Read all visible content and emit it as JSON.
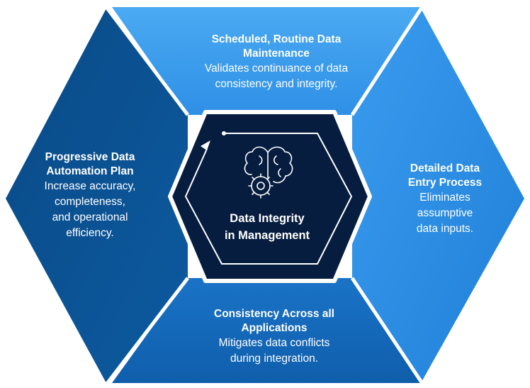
{
  "center": {
    "line1": "Data Integrity",
    "line2": "in Management",
    "icon": "brain-gear-icon"
  },
  "segments": {
    "top": {
      "title_line1": "Scheduled, Routine Data",
      "title_line2": "Maintenance",
      "desc_line1": "Validates continuance of data",
      "desc_line2": "consistency and integrity."
    },
    "left": {
      "title_line1": "Progressive Data",
      "title_line2": "Automation Plan",
      "desc_line1": "Increase accuracy,",
      "desc_line2": "completeness,",
      "desc_line3": "and operational",
      "desc_line4": "efficiency."
    },
    "right": {
      "title_line1": "Detailed Data",
      "title_line2": "Entry Process",
      "desc_line1": "Eliminates",
      "desc_line2": "assumptive",
      "desc_line3": "data inputs."
    },
    "bottom": {
      "title_line1": "Consistency Across all",
      "title_line2": "Applications",
      "desc_line1": "Mitigates data conflicts",
      "desc_line2": "during integration."
    }
  },
  "colors": {
    "top": "#3fa0ee",
    "left": "#0b4f8c",
    "right": "#2c8de3",
    "bottom": "#1467b8",
    "center": "#071d3f",
    "accent": "#ffffff"
  }
}
